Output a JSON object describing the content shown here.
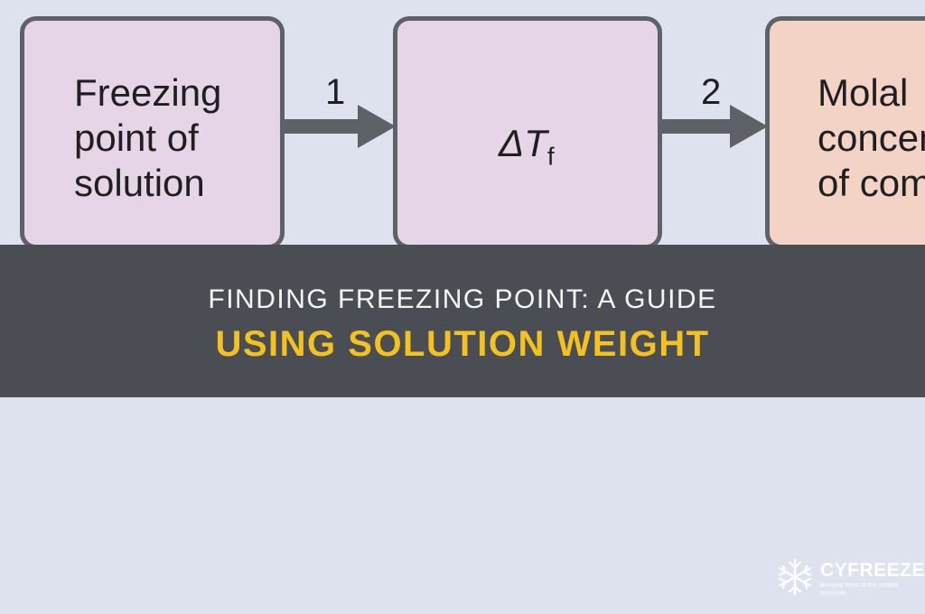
{
  "diagram": {
    "box1": "Freezing\npoint of\nsolution",
    "arrow1": "1",
    "box2_symbol": "ΔT",
    "box2_subscript": "f",
    "arrow2": "2",
    "box3": "Molal\nconcen\nof com"
  },
  "title": {
    "line1": "Finding Freezing Point: A Guide",
    "line2": "Using Solution Weight"
  },
  "logo": {
    "name": "CYFREEZE",
    "tagline": "Bringing fresh to the coldest moments"
  },
  "colors": {
    "background": "#dee2ef",
    "box_purple": "#e5d5e7",
    "box_orange": "#f3d3c6",
    "banner": "#4a4d54",
    "title_white": "#f4f4f4",
    "title_yellow": "#f4c21f"
  }
}
